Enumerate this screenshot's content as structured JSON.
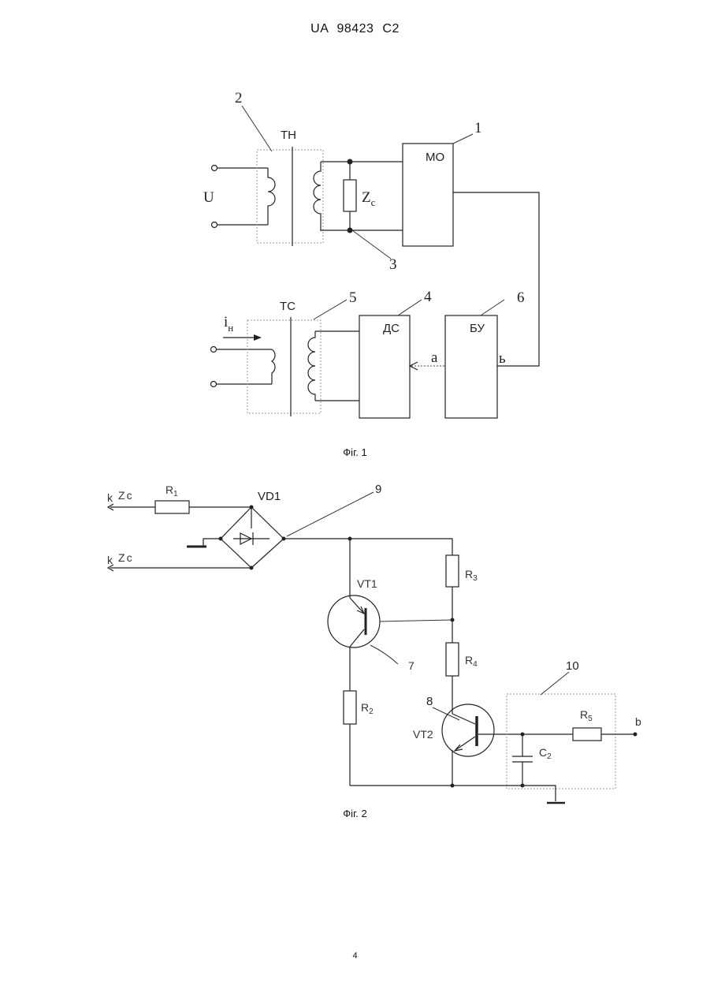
{
  "header": {
    "doc_id": "UA   98423   C2"
  },
  "fig1": {
    "caption": "Фіг. 1",
    "labels": {
      "transformer_voltage": "ТН",
      "transformer_current": "ТС",
      "voltage_source": "U",
      "current": "i",
      "current_sub": "н",
      "impedance": "Z",
      "impedance_sub": "c",
      "block_mo": "МО",
      "block_ds": "ДС",
      "block_bu": "БУ",
      "port_a": "а",
      "port_b": "ь",
      "ref_1": "1",
      "ref_2": "2",
      "ref_3": "3",
      "ref_4": "4",
      "ref_5": "5",
      "ref_6": "6"
    }
  },
  "fig2": {
    "caption": "Фіг. 2",
    "labels": {
      "k_top": "k",
      "zc_top": "Z",
      "zc_top_sub": "c",
      "k_bottom": "k",
      "zc_bottom": "Z",
      "zc_bottom_sub": "c",
      "r1": "R",
      "r1_sub": "1",
      "r2": "R",
      "r2_sub": "2",
      "r3": "R",
      "r3_sub": "3",
      "r4": "R",
      "r4_sub": "4",
      "r5": "R",
      "r5_sub": "5",
      "c2": "C",
      "c2_sub": "2",
      "vd1": "VD1",
      "vt1": "VT1",
      "vt2": "VT2",
      "output_b": "b",
      "ref_7": "7",
      "ref_8": "8",
      "ref_9": "9",
      "ref_10": "10"
    }
  },
  "page_number": "4"
}
